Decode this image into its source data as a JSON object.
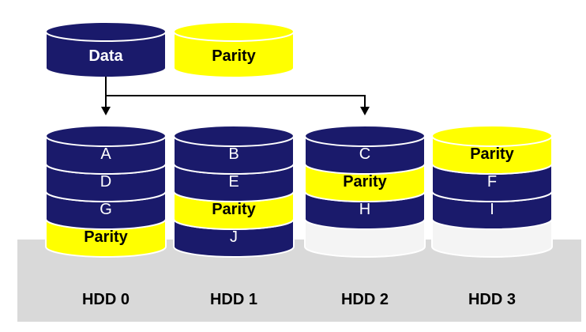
{
  "legend": {
    "data_label": "Data",
    "parity_label": "Parity"
  },
  "colors": {
    "data": "#1a1a6b",
    "parity": "#ffff00",
    "outline": "#ffffff",
    "floor": "#d9d9d9",
    "ghost": "#f4f4f4",
    "arrow": "#000000"
  },
  "drives": [
    {
      "name": "HDD 0",
      "blocks": [
        {
          "label": "A",
          "type": "data"
        },
        {
          "label": "D",
          "type": "data"
        },
        {
          "label": "G",
          "type": "data"
        },
        {
          "label": "Parity",
          "type": "parity"
        }
      ]
    },
    {
      "name": "HDD 1",
      "blocks": [
        {
          "label": "B",
          "type": "data"
        },
        {
          "label": "E",
          "type": "data"
        },
        {
          "label": "Parity",
          "type": "parity"
        },
        {
          "label": "J",
          "type": "data"
        }
      ]
    },
    {
      "name": "HDD 2",
      "blocks": [
        {
          "label": "C",
          "type": "data"
        },
        {
          "label": "Parity",
          "type": "parity"
        },
        {
          "label": "H",
          "type": "data"
        },
        {
          "label": "",
          "type": "empty"
        }
      ]
    },
    {
      "name": "HDD 3",
      "blocks": [
        {
          "label": "Parity",
          "type": "parity"
        },
        {
          "label": "F",
          "type": "data"
        },
        {
          "label": "I",
          "type": "data"
        },
        {
          "label": "",
          "type": "empty"
        }
      ]
    }
  ]
}
